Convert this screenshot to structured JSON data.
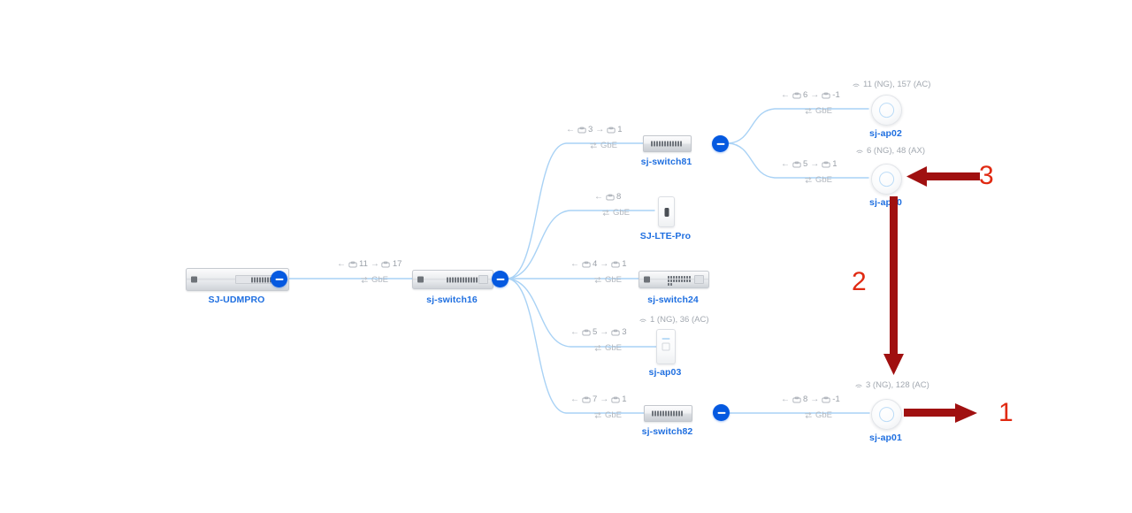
{
  "app": {
    "view_name": "network-topology"
  },
  "palette": {
    "link": "#a9d2f5",
    "badge": "#0559e0",
    "device_label": "#1f6fe0",
    "meta_text": "#9aa0a8",
    "annotation_arrow": "#a01010",
    "annotation_number": "#e02a12"
  },
  "devices": [
    {
      "id": "udmpro",
      "label": "SJ-UDMPRO",
      "type": "gateway-rack"
    },
    {
      "id": "switch16",
      "label": "sj-switch16",
      "type": "switch-rack"
    },
    {
      "id": "switch81",
      "label": "sj-switch81",
      "type": "switch-mini"
    },
    {
      "id": "ltepro",
      "label": "SJ-LTE-Pro",
      "type": "lte-device"
    },
    {
      "id": "switch24",
      "label": "sj-switch24",
      "type": "switch-rack"
    },
    {
      "id": "ap03",
      "label": "sj-ap03",
      "type": "ap-inwall"
    },
    {
      "id": "switch82",
      "label": "sj-switch82",
      "type": "switch-mini"
    },
    {
      "id": "ap02",
      "label": "sj-ap02",
      "type": "ap-disc"
    },
    {
      "id": "ap00",
      "label": "sj-ap00",
      "type": "ap-disc"
    },
    {
      "id": "ap01",
      "label": "sj-ap01",
      "type": "ap-disc"
    }
  ],
  "links": [
    {
      "id": "udmpro-switch16",
      "down_icon": "download-icon",
      "down": "11",
      "up_icon": "upload-icon",
      "up": "17",
      "speed_icon": "transfer-icon",
      "speed": "GbE"
    },
    {
      "id": "switch16-switch81",
      "down_icon": "download-icon",
      "down": "3",
      "up_icon": "upload-icon",
      "up": "1",
      "speed_icon": "transfer-icon",
      "speed": "GbE"
    },
    {
      "id": "switch16-ltepro",
      "down_icon": "download-icon",
      "down": "8",
      "up_icon": "",
      "up": "",
      "speed_icon": "transfer-icon",
      "speed": "GbE"
    },
    {
      "id": "switch16-switch24",
      "down_icon": "download-icon",
      "down": "4",
      "up_icon": "upload-icon",
      "up": "1",
      "speed_icon": "transfer-icon",
      "speed": "GbE"
    },
    {
      "id": "switch16-ap03",
      "down_icon": "download-icon",
      "down": "5",
      "up_icon": "upload-icon",
      "up": "3",
      "speed_icon": "transfer-icon",
      "speed": "GbE"
    },
    {
      "id": "switch16-switch82",
      "down_icon": "download-icon",
      "down": "7",
      "up_icon": "upload-icon",
      "up": "1",
      "speed_icon": "transfer-icon",
      "speed": "GbE"
    },
    {
      "id": "switch81-ap02",
      "down_icon": "download-icon",
      "down": "6",
      "up_icon": "upload-icon",
      "up": "-1",
      "speed_icon": "transfer-icon",
      "speed": "GbE"
    },
    {
      "id": "switch81-ap00",
      "down_icon": "download-icon",
      "down": "5",
      "up_icon": "upload-icon",
      "up": "1",
      "speed_icon": "transfer-icon",
      "speed": "GbE"
    },
    {
      "id": "switch82-ap01",
      "down_icon": "download-icon",
      "down": "8",
      "up_icon": "upload-icon",
      "up": "-1",
      "speed_icon": "transfer-icon",
      "speed": "GbE"
    }
  ],
  "wifi_clients": [
    {
      "id": "ap02",
      "icon": "wifi-icon",
      "text": "11 (NG), 157 (AC)"
    },
    {
      "id": "ap00",
      "icon": "wifi-icon",
      "text": "6 (NG), 48 (AX)"
    },
    {
      "id": "ap03",
      "icon": "wifi-icon",
      "text": "1 (NG), 36 (AC)"
    },
    {
      "id": "ap01",
      "icon": "wifi-icon",
      "text": "3 (NG), 128 (AC)"
    }
  ],
  "annotations": [
    {
      "id": "a1",
      "number": "1",
      "arrow": "arrow-right-icon",
      "target": "sj-ap01"
    },
    {
      "id": "a2",
      "number": "2",
      "arrow": "arrow-down-icon",
      "target": "sj-ap00-to-sj-ap01"
    },
    {
      "id": "a3",
      "number": "3",
      "arrow": "arrow-left-icon",
      "target": "sj-ap00"
    }
  ]
}
